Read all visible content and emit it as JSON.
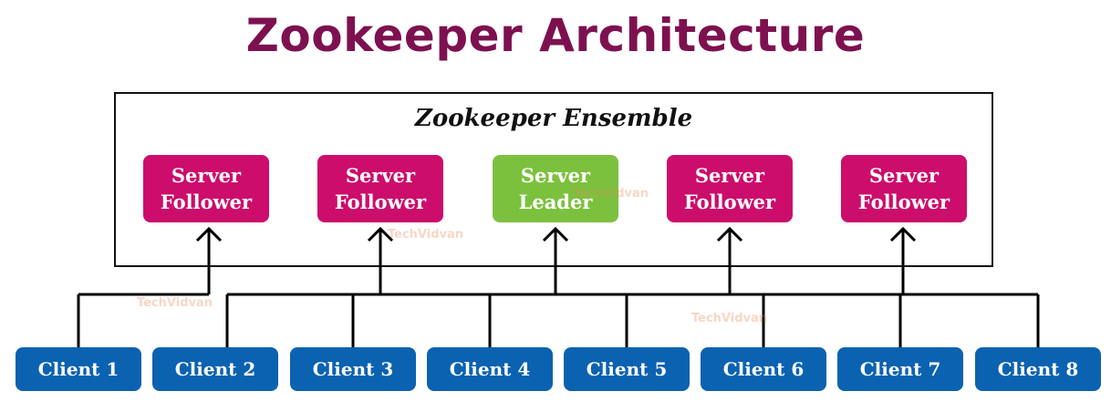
{
  "title": "Zookeeper Architecture",
  "ensemble_label": "Zookeeper Ensemble",
  "colors": {
    "title": "#7d1150",
    "follower": "#cc0d6b",
    "leader": "#7cc13e",
    "client": "#0b62b0"
  },
  "servers": [
    {
      "line1": "Server",
      "line2": "Follower",
      "role": "follower"
    },
    {
      "line1": "Server",
      "line2": "Follower",
      "role": "follower"
    },
    {
      "line1": "Server",
      "line2": "Leader",
      "role": "leader"
    },
    {
      "line1": "Server",
      "line2": "Follower",
      "role": "follower"
    },
    {
      "line1": "Server",
      "line2": "Follower",
      "role": "follower"
    }
  ],
  "clients": [
    {
      "label": "Client 1"
    },
    {
      "label": "Client 2"
    },
    {
      "label": "Client 3"
    },
    {
      "label": "Client 4"
    },
    {
      "label": "Client 5"
    },
    {
      "label": "Client 6"
    },
    {
      "label": "Client 7"
    },
    {
      "label": "Client 8"
    }
  ],
  "connections": [
    {
      "from": "Client 1",
      "to_server": 1
    },
    {
      "from": "Client 2",
      "to_server": 2
    },
    {
      "from": "Client 3",
      "to_server": 2
    },
    {
      "from": "Client 4",
      "to_server": 3
    },
    {
      "from": "Client 5",
      "to_server": 3
    },
    {
      "from": "Client 6",
      "to_server": 4
    },
    {
      "from": "Client 7",
      "to_server": 5
    },
    {
      "from": "Client 8",
      "to_server": 5
    }
  ],
  "watermark": "TechVidvan"
}
